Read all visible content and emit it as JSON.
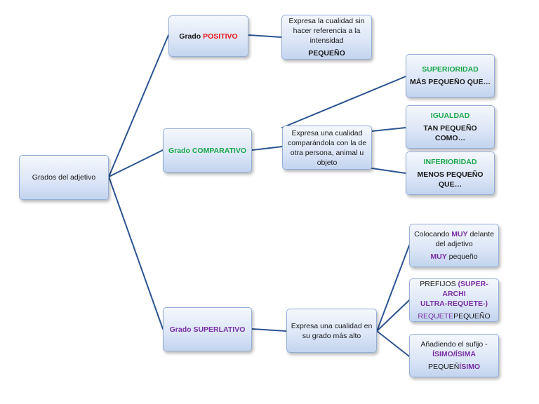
{
  "root": {
    "label": "Grados del adjetivo"
  },
  "positivo": {
    "prefix": "Grado ",
    "name": "POSITIVO",
    "desc_lines": [
      "Expresa la cualidad sin",
      "hacer referencia a la",
      "intensidad"
    ],
    "example": "PEQUEÑO"
  },
  "comparativo": {
    "prefix": "Grado ",
    "name": "COMPARATIVO",
    "desc_lines": [
      "Expresa una cualidad",
      "comparándola con la de",
      "otra persona, animal u",
      "objeto"
    ],
    "items": [
      {
        "title": "SUPERIORIDAD",
        "example": "MÁS PEQUEÑO QUE…"
      },
      {
        "title": "IGUALDAD",
        "example": "TAN PEQUEÑO COMO…"
      },
      {
        "title": "INFERIORIDAD",
        "example": "MENOS PEQUEÑO QUE…"
      }
    ]
  },
  "superlativo": {
    "prefix": "Grado ",
    "name": "SUPERLATIVO",
    "desc_lines": [
      "Expresa una cualidad en",
      "su grado más alto"
    ],
    "muy": {
      "pre": "Colocando ",
      "word": "MUY",
      "post": " delante",
      "line2": "del adjetivo",
      "ex_word": "MUY",
      "ex_rest": " pequeño"
    },
    "prefijos": {
      "label": "PREFIJOS ",
      "list1": "(SUPER-ARCHI",
      "list2": "ULTRA-REQUETE-)",
      "ex_prefix": "REQUETE",
      "ex_rest": "PEQUEÑO"
    },
    "sufijo": {
      "line1": "Añadiendo el sufijo -",
      "suffix": "ÍSIMO/ÍSIMA",
      "ex_base": "PEQUEÑ",
      "ex_suffix": "ÍSIMO"
    }
  },
  "colors": {
    "line": "#2c5491",
    "box_border": "#95aed6",
    "positivo": "#e8141b",
    "comparativo": "#1aa84b",
    "superlativo": "#7a2fa6"
  }
}
